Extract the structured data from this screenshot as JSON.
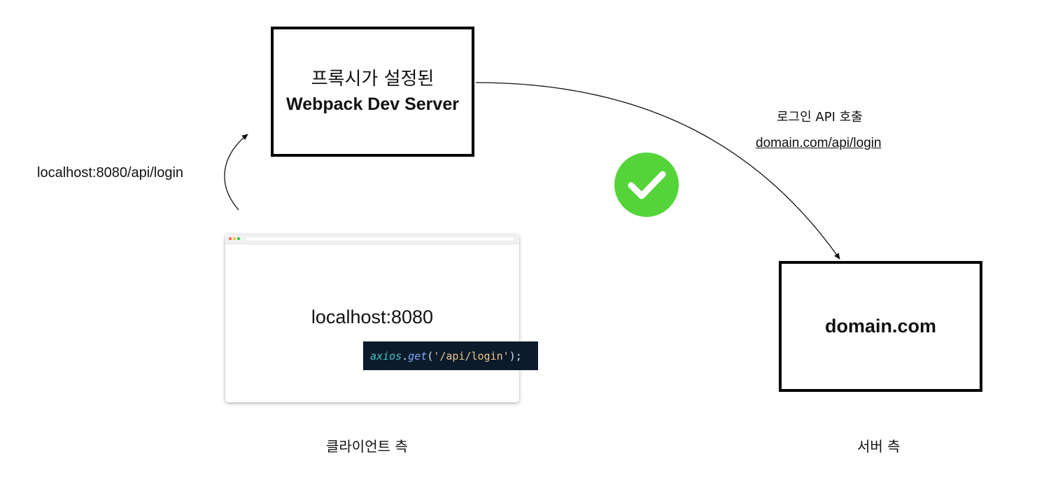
{
  "nodes": {
    "proxy_server": {
      "line1": "프록시가 설정된",
      "line2": "Webpack Dev Server"
    },
    "backend_server": {
      "title": "domain.com"
    },
    "client_browser": {
      "page_title": "localhost:8080"
    }
  },
  "edges": {
    "client_to_proxy": {
      "label": "localhost:8080/api/login"
    },
    "proxy_to_server": {
      "caption": "로그인 API 호출",
      "url": "domain.com/api/login"
    }
  },
  "code": {
    "object": "axios",
    "dot": ".",
    "method": "get",
    "open_paren": "(",
    "argument": "'/api/login'",
    "close": ");"
  },
  "captions": {
    "client": "클라이언트 측",
    "server": "서버 측"
  },
  "status": {
    "icon": "check-circle-icon",
    "color": "#55d43a"
  },
  "colors": {
    "code_background": "#0b1b2b",
    "code_object": "#40c4c4",
    "code_method": "#82aaff",
    "code_string": "#ecc48d",
    "code_punctuation": "#d6deeb"
  }
}
